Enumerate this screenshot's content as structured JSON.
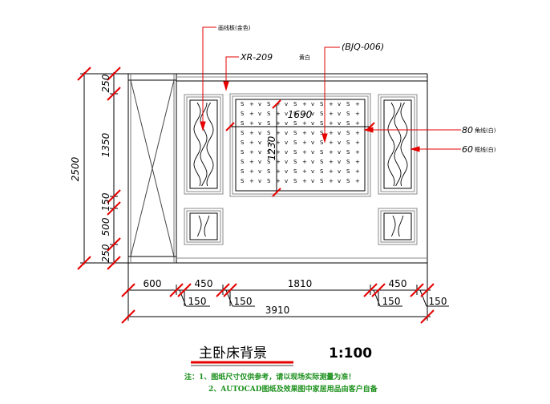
{
  "drawing": {
    "title": "主卧床背景",
    "scale": "1:100",
    "notes": [
      "注：1、图纸尺寸仅供参考，请以现场实际测量为准！",
      "2、AUTOCAD图纸及效果图中家居用品由客户自备"
    ],
    "callouts": {
      "material_top": "画线板(金色)",
      "xr_code": "XR-209",
      "xr_note": "黄白",
      "bjq_code": "(BJQ-006)",
      "line80_num": "80",
      "line80_note": "角线(白)",
      "line60_num": "60",
      "line60_note": "框线(白)"
    },
    "dimensions": {
      "overall_height": "2500",
      "left_stack": [
        "250",
        "1350",
        "150",
        "500",
        "250"
      ],
      "bottom_row1": [
        "600",
        "450",
        "1810",
        "450"
      ],
      "bottom_row2": [
        "150",
        "150",
        "150",
        "150"
      ],
      "overall_width": "3910",
      "panel_width": "1690",
      "panel_height": "1230"
    },
    "colors": {
      "accent": "#e60000",
      "line": "#000000",
      "frame": "#8a8a8a",
      "note": "#1a8f1a"
    }
  }
}
